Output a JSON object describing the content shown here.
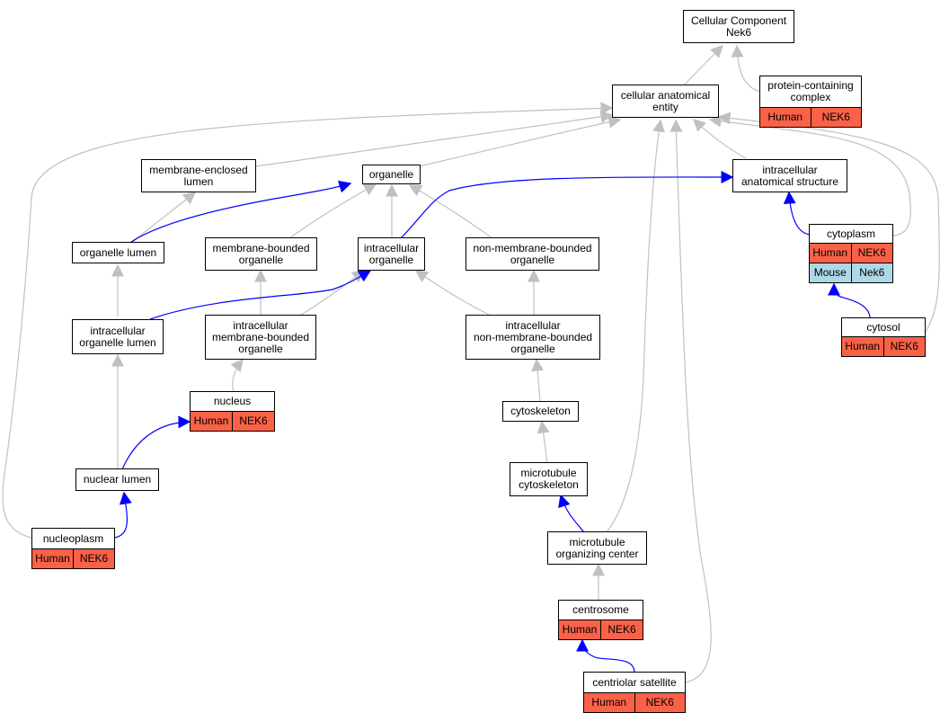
{
  "colors": {
    "gray_edge": "#c0c0c0",
    "blue_edge": "#0000ff",
    "human": "#fa6248",
    "mouse": "#add8e6"
  },
  "nodes": {
    "root": {
      "title": "Cellular Component\nNek6"
    },
    "protein_containing_complex": {
      "title": "protein-containing\ncomplex",
      "rows": [
        [
          "Human",
          "NEK6"
        ]
      ]
    },
    "cellular_anatomical_entity": {
      "title": "cellular anatomical\nentity"
    },
    "membrane_enclosed_lumen": {
      "title": "membrane-enclosed\nlumen"
    },
    "organelle": {
      "title": "organelle"
    },
    "intracellular_anatomical_structure": {
      "title": "intracellular\nanatomical structure"
    },
    "cytoplasm": {
      "title": "cytoplasm",
      "rows": [
        [
          "Human",
          "NEK6"
        ],
        [
          "Mouse",
          "Nek6"
        ]
      ]
    },
    "organelle_lumen": {
      "title": "organelle lumen"
    },
    "membrane_bounded_organelle": {
      "title": "membrane-bounded\norganelle"
    },
    "intracellular_organelle": {
      "title": "intracellular\norganelle"
    },
    "non_membrane_bounded_organelle": {
      "title": "non-membrane-bounded\norganelle"
    },
    "cytosol": {
      "title": "cytosol",
      "rows": [
        [
          "Human",
          "NEK6"
        ]
      ]
    },
    "intracellular_organelle_lumen": {
      "title": "intracellular\norganelle lumen"
    },
    "intracellular_membrane_bounded_organelle": {
      "title": "intracellular\nmembrane-bounded\norganelle"
    },
    "intracellular_non_membrane_bounded_organelle": {
      "title": "intracellular\nnon-membrane-bounded\norganelle"
    },
    "nucleus": {
      "title": "nucleus",
      "rows": [
        [
          "Human",
          "NEK6"
        ]
      ]
    },
    "cytoskeleton": {
      "title": "cytoskeleton"
    },
    "nuclear_lumen": {
      "title": "nuclear lumen"
    },
    "microtubule_cytoskeleton": {
      "title": "microtubule\ncytoskeleton"
    },
    "nucleoplasm": {
      "title": "nucleoplasm",
      "rows": [
        [
          "Human",
          "NEK6"
        ]
      ]
    },
    "microtubule_organizing_center": {
      "title": "microtubule\norganizing center"
    },
    "centrosome": {
      "title": "centrosome",
      "rows": [
        [
          "Human",
          "NEK6"
        ]
      ]
    },
    "centriolar_satellite": {
      "title": "centriolar satellite",
      "rows": [
        [
          "Human",
          "NEK6"
        ]
      ]
    }
  }
}
